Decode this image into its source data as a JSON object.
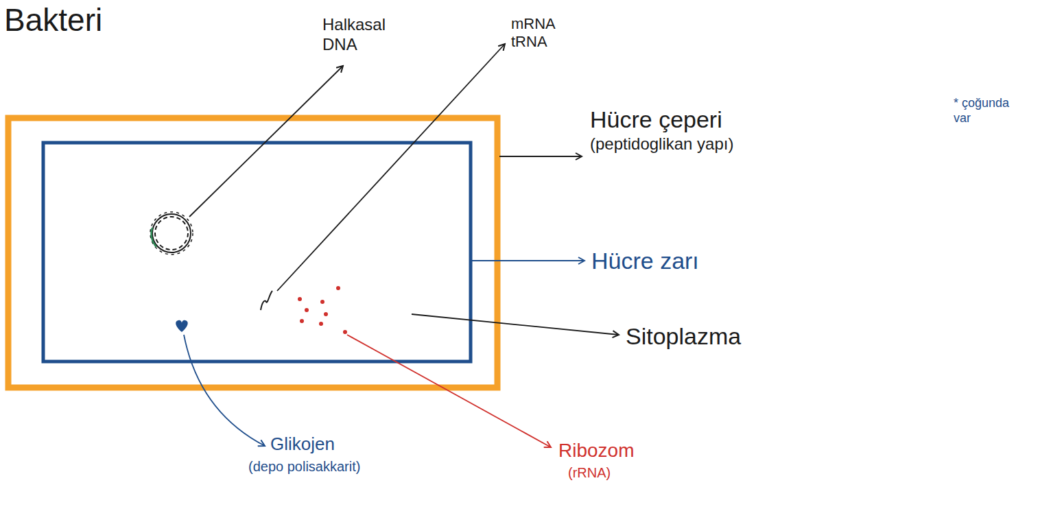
{
  "diagram": {
    "title": "Bakteri",
    "labels": [
      "Halkasal DNA",
      "mRNA tRNA",
      "Hücre çeperi",
      "(peptidoglikan yapı)",
      "* çoğunda var",
      "Hücre zarı",
      "Sitoplazma",
      "Glikojen",
      "(depo polisakkarit)",
      "Ribozom",
      "(rRNA)"
    ]
  }
}
